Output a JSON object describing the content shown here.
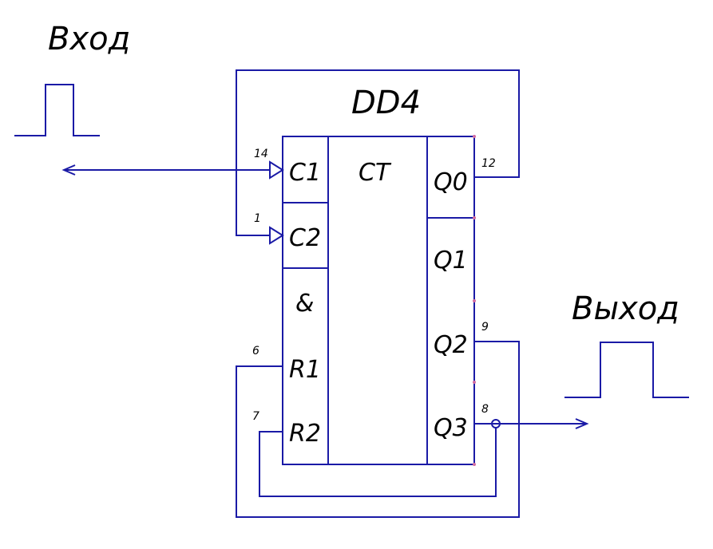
{
  "chip": {
    "designator": "DD4",
    "function": "CT"
  },
  "input": {
    "label": "Вход"
  },
  "output": {
    "label": "Выход"
  },
  "left_pins": [
    {
      "name": "C1",
      "num": "14"
    },
    {
      "name": "C2",
      "num": "1"
    },
    {
      "name": "&",
      "num": ""
    },
    {
      "name": "R1",
      "num": "6"
    },
    {
      "name": "R2",
      "num": "7"
    }
  ],
  "right_pins": [
    {
      "name": "Q0",
      "num": "12"
    },
    {
      "name": "Q1",
      "num": ""
    },
    {
      "name": "Q2",
      "num": "9"
    },
    {
      "name": "Q3",
      "num": "8"
    }
  ],
  "colors": {
    "wire": "#1a1aa6",
    "text": "#000000",
    "marker": "#d06aa0"
  }
}
